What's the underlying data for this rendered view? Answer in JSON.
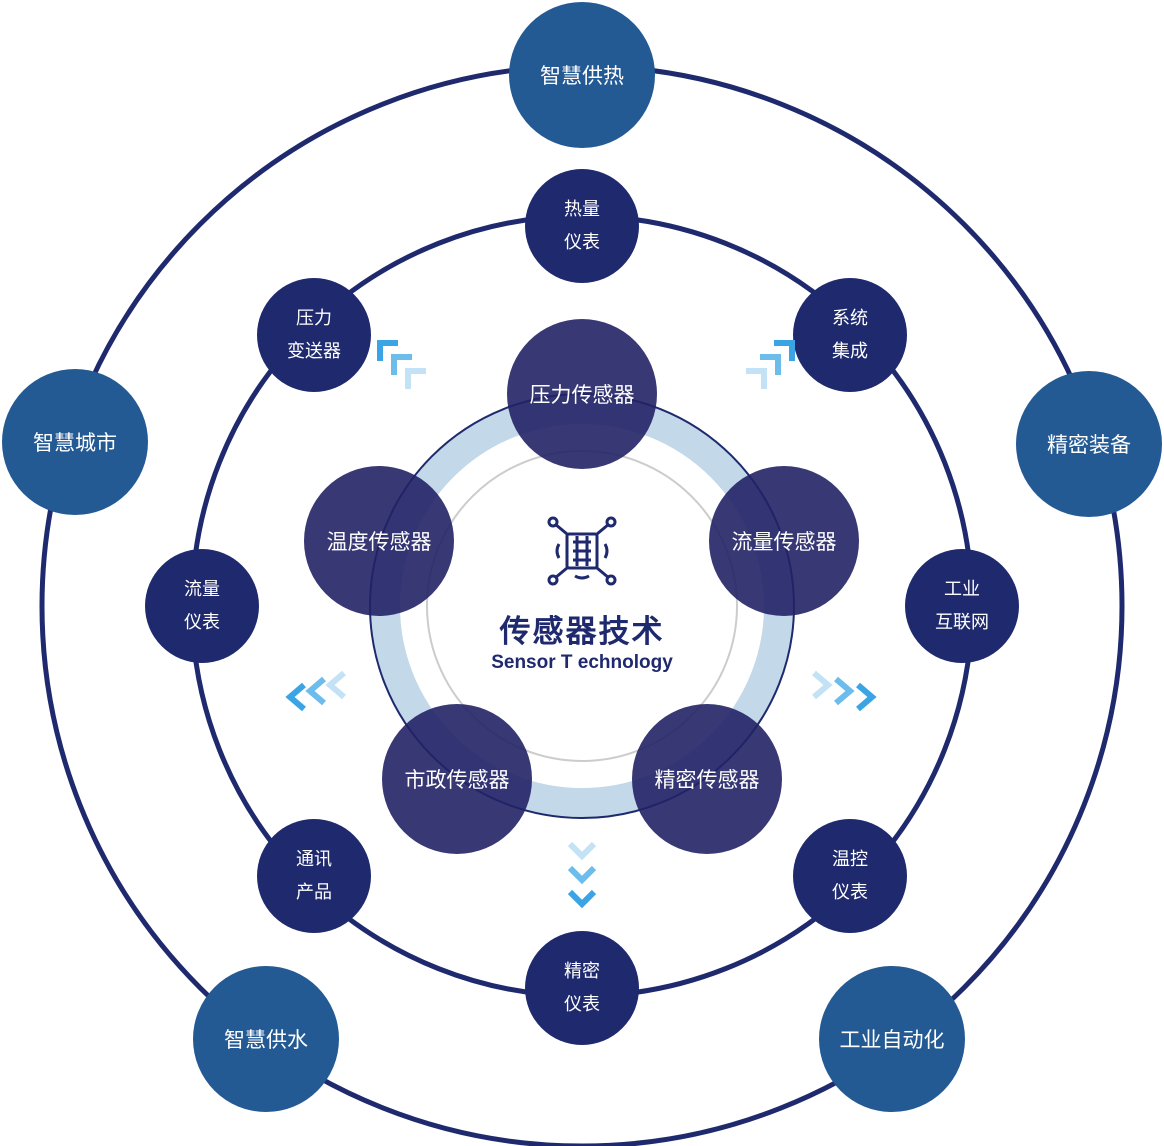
{
  "center": {
    "title": "传感器技术",
    "subtitle": "Sensor T echnology",
    "icon": "sensor-chip-icon"
  },
  "inner_ring": [
    {
      "id": "pressure-sensor",
      "label": "压力传感器"
    },
    {
      "id": "flow-sensor",
      "label": "流量传感器"
    },
    {
      "id": "precision-sensor",
      "label": "精密传感器"
    },
    {
      "id": "municipal-sensor",
      "label": "市政传感器"
    },
    {
      "id": "temperature-sensor",
      "label": "温度传感器"
    }
  ],
  "middle_ring": [
    {
      "id": "heat-meter",
      "line1": "热量",
      "line2": "仪表"
    },
    {
      "id": "system-integration",
      "line1": "系统",
      "line2": "集成"
    },
    {
      "id": "industrial-internet",
      "line1": "工业",
      "line2": "互联网"
    },
    {
      "id": "temperature-control-meter",
      "line1": "温控",
      "line2": "仪表"
    },
    {
      "id": "precision-meter",
      "line1": "精密",
      "line2": "仪表"
    },
    {
      "id": "communication-product",
      "line1": "通讯",
      "line2": "产品"
    },
    {
      "id": "flow-meter",
      "line1": "流量",
      "line2": "仪表"
    },
    {
      "id": "pressure-transmitter",
      "line1": "压力",
      "line2": "变送器"
    }
  ],
  "outer_ring": [
    {
      "id": "smart-heating",
      "label": "智慧供热"
    },
    {
      "id": "precision-equipment",
      "label": "精密装备"
    },
    {
      "id": "industrial-automation",
      "label": "工业自动化"
    },
    {
      "id": "smart-water-supply",
      "label": "智慧供水"
    },
    {
      "id": "smart-city",
      "label": "智慧城市"
    }
  ],
  "colors": {
    "outer_node": "#245a94",
    "middle_node": "#1f2a6e",
    "inner_node": "#222266",
    "ring_stroke": "#1f2a6e",
    "inner_band": "#c3d8e8",
    "chevron": "#3aa4e4"
  }
}
